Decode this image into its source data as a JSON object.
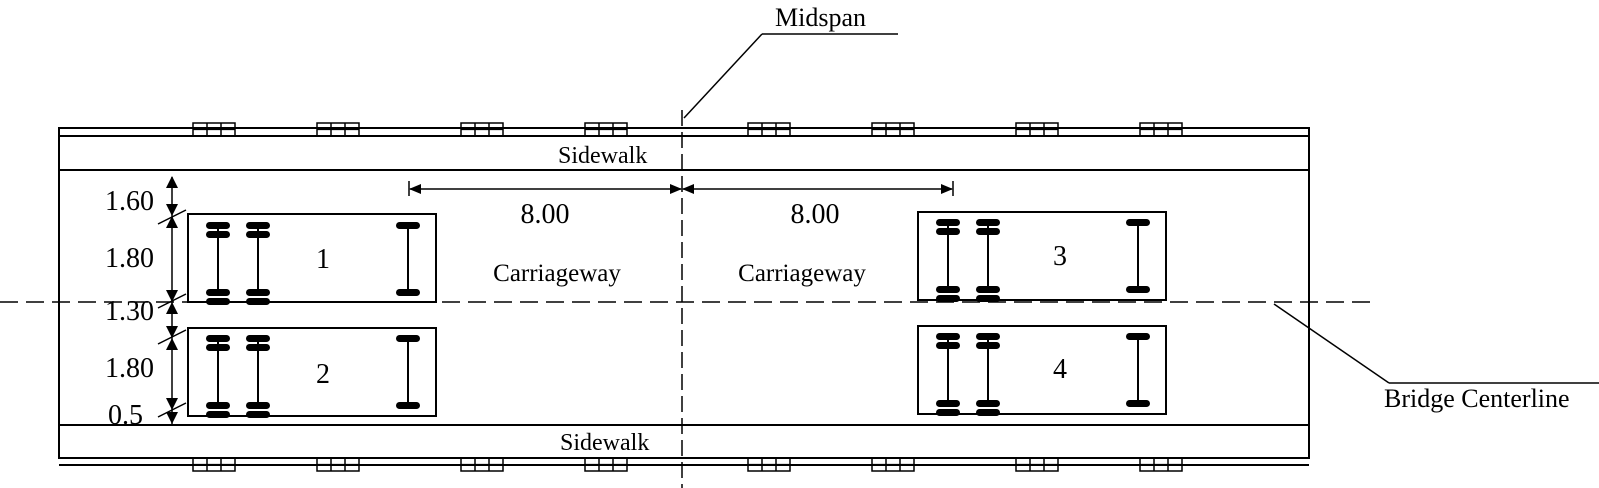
{
  "labels": {
    "midspan": "Midspan",
    "sidewalk_top": "Sidewalk",
    "sidewalk_bottom": "Sidewalk",
    "carriageway_left": "Carriageway",
    "carriageway_right": "Carriageway",
    "bridge_centerline": "Bridge Centerline"
  },
  "dimensions": {
    "span_left": "8.00",
    "span_right": "8.00",
    "offsets": [
      "1.60",
      "1.80",
      "1.30",
      "1.80",
      "0.5"
    ]
  },
  "vehicles": [
    {
      "id": "1"
    },
    {
      "id": "2"
    },
    {
      "id": "3"
    },
    {
      "id": "4"
    }
  ]
}
